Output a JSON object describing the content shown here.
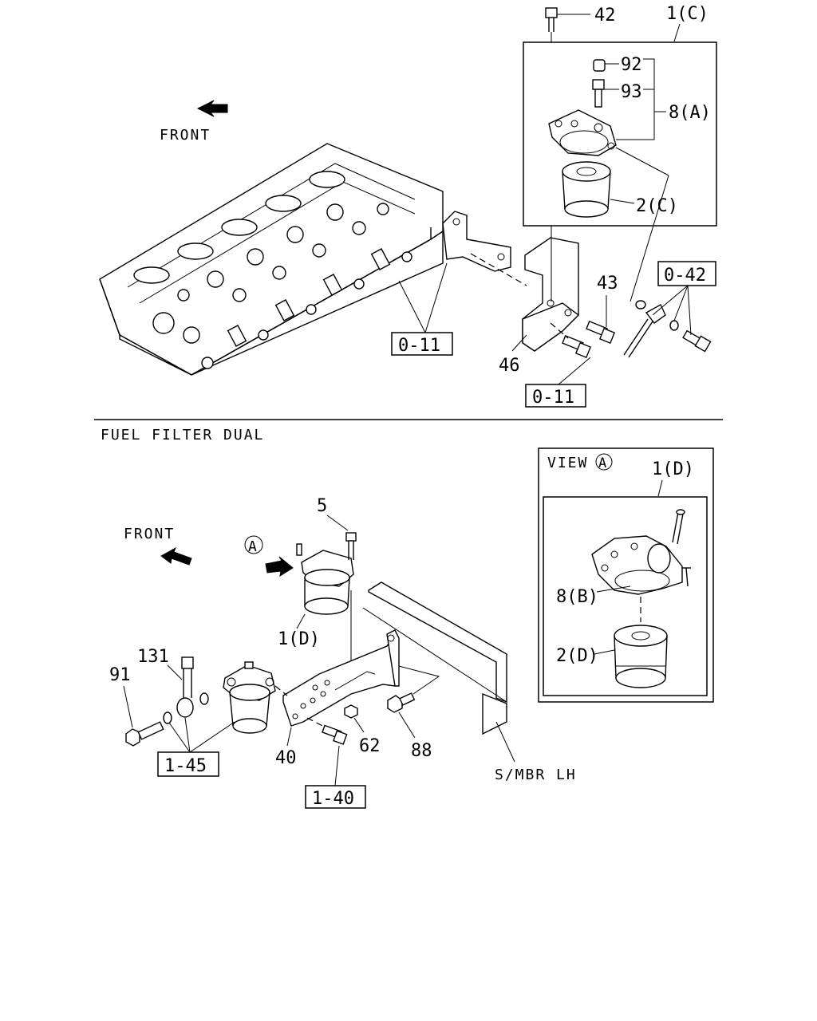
{
  "upper": {
    "front_label": "FRONT",
    "callouts": {
      "p42": "42",
      "p1c": "1(C)",
      "p92": "92",
      "p93": "93",
      "p8a": "8(A)",
      "p2c": "2(C)",
      "p43": "43",
      "p46": "46"
    },
    "refs": {
      "ref_0_42": "0-42",
      "ref_0_11_a": "0-11",
      "ref_0_11_b": "0-11"
    }
  },
  "lower": {
    "section_title": "FUEL FILTER DUAL",
    "front_label": "FRONT",
    "view_marker": "A",
    "view_label": "VIEW",
    "callouts": {
      "p5": "5",
      "p1d": "1(D)",
      "p131": "131",
      "p91": "91",
      "p40": "40",
      "p62": "62",
      "p88": "88",
      "smbr": "S/MBR LH",
      "v1d": "1(D)",
      "v8b": "8(B)",
      "v2d": "2(D)"
    },
    "refs": {
      "ref_1_45": "1-45",
      "ref_1_40": "1-40"
    }
  }
}
